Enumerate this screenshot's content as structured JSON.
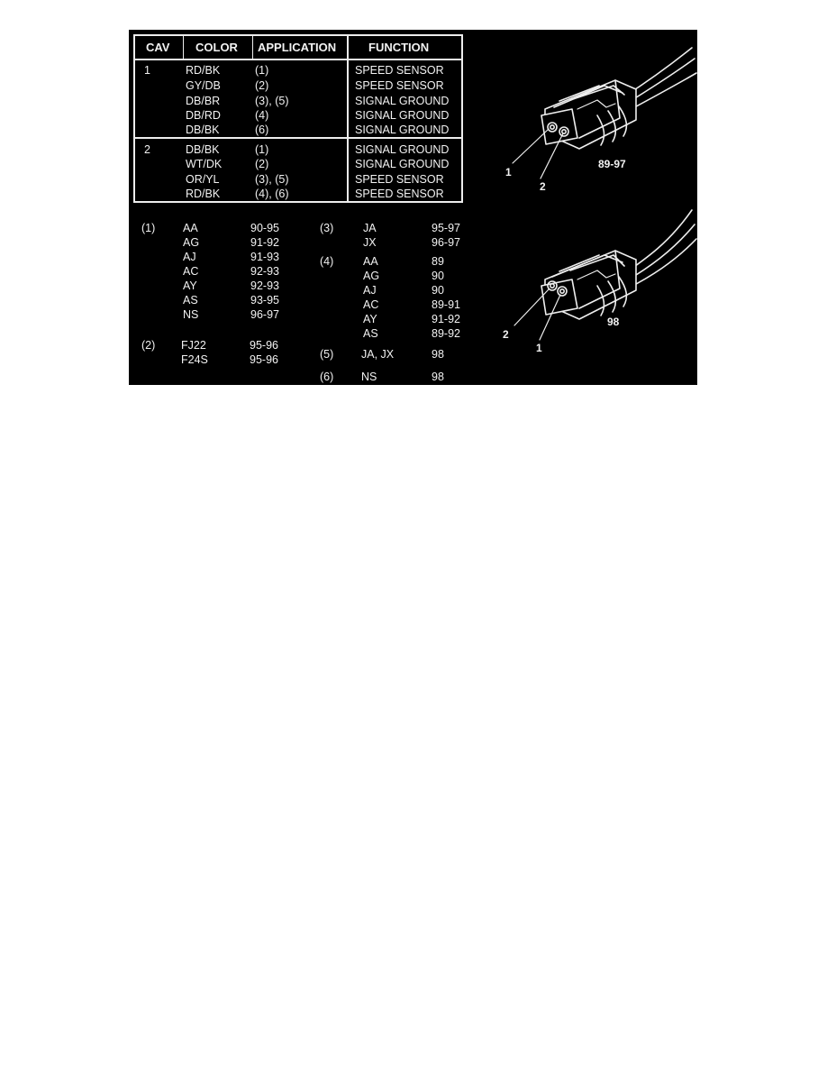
{
  "colors": {
    "background": "#000000",
    "ink": "#f2f2f2"
  },
  "table": {
    "headers": [
      "CAV",
      "COLOR",
      "APPLICATION",
      "FUNCTION"
    ],
    "cavities": [
      {
        "cav": "1",
        "rows": [
          {
            "color": "RD/BK",
            "application": "(1)",
            "function": "SPEED SENSOR"
          },
          {
            "color": "GY/DB",
            "application": "(2)",
            "function": "SPEED SENSOR"
          },
          {
            "color": "DB/BR",
            "application": "(3), (5)",
            "function": "SIGNAL GROUND"
          },
          {
            "color": "DB/RD",
            "application": "(4)",
            "function": "SIGNAL GROUND"
          },
          {
            "color": "DB/BK",
            "application": "(6)",
            "function": "SIGNAL GROUND"
          }
        ]
      },
      {
        "cav": "2",
        "rows": [
          {
            "color": "DB/BK",
            "application": "(1)",
            "function": "SIGNAL GROUND"
          },
          {
            "color": "WT/DK",
            "application": "(2)",
            "function": "SIGNAL GROUND"
          },
          {
            "color": "OR/YL",
            "application": "(3), (5)",
            "function": "SPEED SENSOR"
          },
          {
            "color": "RD/BK",
            "application": "(4), (6)",
            "function": "SPEED SENSOR"
          }
        ]
      }
    ]
  },
  "notes": [
    {
      "id": "(1)",
      "entries": [
        [
          "AA",
          "90-95"
        ],
        [
          "AG",
          "91-92"
        ],
        [
          "AJ",
          "91-93"
        ],
        [
          "AC",
          "92-93"
        ],
        [
          "AY",
          "92-93"
        ],
        [
          "AS",
          "93-95"
        ],
        [
          "NS",
          "96-97"
        ]
      ]
    },
    {
      "id": "(2)",
      "entries": [
        [
          "FJ22",
          "95-96"
        ],
        [
          "F24S",
          "95-96"
        ]
      ]
    },
    {
      "id": "(3)",
      "entries": [
        [
          "JA",
          "95-97"
        ],
        [
          "JX",
          "96-97"
        ]
      ]
    },
    {
      "id": "(4)",
      "entries": [
        [
          "AA",
          "89"
        ],
        [
          "AG",
          "90"
        ],
        [
          "AJ",
          "90"
        ],
        [
          "AC",
          "89-91"
        ],
        [
          "AY",
          "91-92"
        ],
        [
          "AS",
          "89-92"
        ]
      ]
    },
    {
      "id": "(5)",
      "entries": [
        [
          "JA, JX",
          "98"
        ]
      ]
    },
    {
      "id": "(6)",
      "entries": [
        [
          "NS",
          "98"
        ]
      ]
    }
  ],
  "connectors": [
    {
      "caption": "89-97",
      "callouts": [
        "1",
        "2"
      ],
      "icon": "two-pin-connector-icon"
    },
    {
      "caption": "98",
      "callouts": [
        "2",
        "1"
      ],
      "icon": "two-pin-connector-icon"
    }
  ]
}
